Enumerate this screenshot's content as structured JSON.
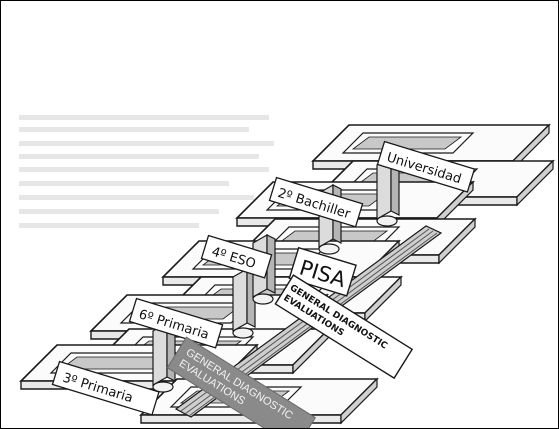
{
  "diagram": {
    "stages": [
      {
        "label": "3º Primaria"
      },
      {
        "label": "6º Primaria"
      },
      {
        "label": "4º ESO"
      },
      {
        "label": "2º Bachiller"
      },
      {
        "label": "Universidad"
      }
    ],
    "pisa_label": "PISA",
    "callout_white": {
      "line1": "GENERAL DIAGNOSTIC",
      "line2": "EVALUATIONS"
    },
    "callout_grey": {
      "line1": "GENERAL DIAGNOSTIC",
      "line2": "EVALUATIONS"
    },
    "colors": {
      "stroke": "#1a1a1a",
      "shade": "#a9a9a9",
      "grey_banner": "#8a8a8a",
      "background": "#ffffff"
    }
  }
}
